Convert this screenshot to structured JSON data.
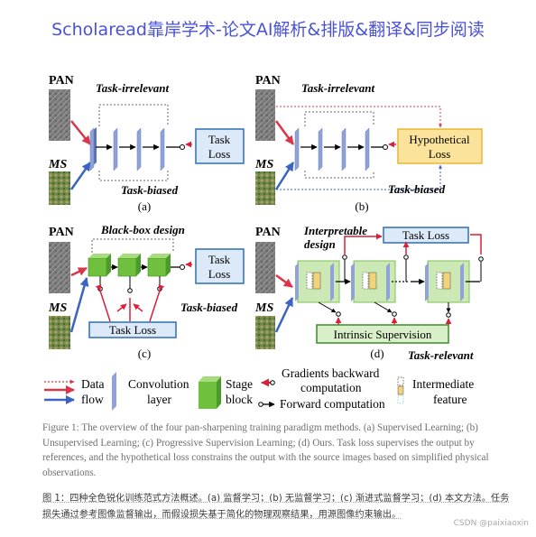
{
  "banner": "Scholaread靠岸学术-论文AI解析&排版&翻译&同步阅读",
  "panels": {
    "a": {
      "pan": "PAN",
      "ms": "MS",
      "top_label": "Task-irrelevant",
      "bottom_label": "Task-biased",
      "loss_line1": "Task",
      "loss_line2": "Loss",
      "tag": "(a)"
    },
    "b": {
      "pan": "PAN",
      "ms": "MS",
      "top_label": "Task-irrelevant",
      "bottom_label": "Task-biased",
      "loss_line1": "Hypothetical",
      "loss_line2": "Loss",
      "tag": "(b)"
    },
    "c": {
      "pan": "PAN",
      "ms": "MS",
      "top_label": "Black-box design",
      "right_label": "Task-biased",
      "loss_line1": "Task",
      "loss_line2": "Loss",
      "bottom_loss": "Task Loss",
      "tag": "(c)"
    },
    "d": {
      "pan": "PAN",
      "ms": "MS",
      "top_label_line1": "Interpretable",
      "top_label_line2": "design",
      "top_loss": "Task Loss",
      "supervision": "Intrinsic Supervision",
      "bottom_label": "Task-relevant",
      "tag": "(d)"
    }
  },
  "legend": {
    "data_flow_line1": "Data",
    "data_flow_line2": "flow",
    "conv_line1": "Convolution",
    "conv_line2": "layer",
    "stage_line1": "Stage",
    "stage_line2": "block",
    "grad_line1": "Gradients backward",
    "grad_line2": "computation",
    "forward": "Forward computation",
    "inter_line1": "Intermediate",
    "inter_line2": "feature"
  },
  "caption": "Figure 1: The overview of the four pan-sharpening training paradigm methods. (a) Supervised Learning; (b) Unsupervised Learning; (c) Progressive Supervision Learning; (d) Ours. Task loss supervises the output by references, and the hypothetical loss constrains the output with the source images based on simplified physical observations.",
  "caption_cn": "图 1：四种全色锐化训练范式方法概述。(a) 监督学习；(b) 无监督学习；(c) 渐进式监督学习；(d) 本文方法。任务损失通过参考图像监督输出，而假设损失基于简化的物理观察结果，用源图像约束输出。",
  "watermark": "CSDN @paixiaoxin",
  "colors": {
    "banner": "#4a52d6",
    "conv_fill": "#8fa3d8",
    "stage_fill": "#6fc13d",
    "task_loss_fill": "#dce9f8",
    "task_loss_border": "#2f6fb0",
    "hypo_fill": "#fbe39b",
    "hypo_border": "#e6b73a",
    "supervision_fill": "#d9efc9",
    "supervision_border": "#3f8a2a",
    "data_flow_red": "#d9364a",
    "data_flow_blue": "#3b63c4",
    "gradient_red": "#d9203a"
  },
  "icons": [
    "dotted-arrow-icon",
    "arrow-icon",
    "convolution-layer-icon",
    "stage-block-icon",
    "gradient-arrow-icon",
    "forward-arrow-icon",
    "intermediate-feature-icon"
  ]
}
